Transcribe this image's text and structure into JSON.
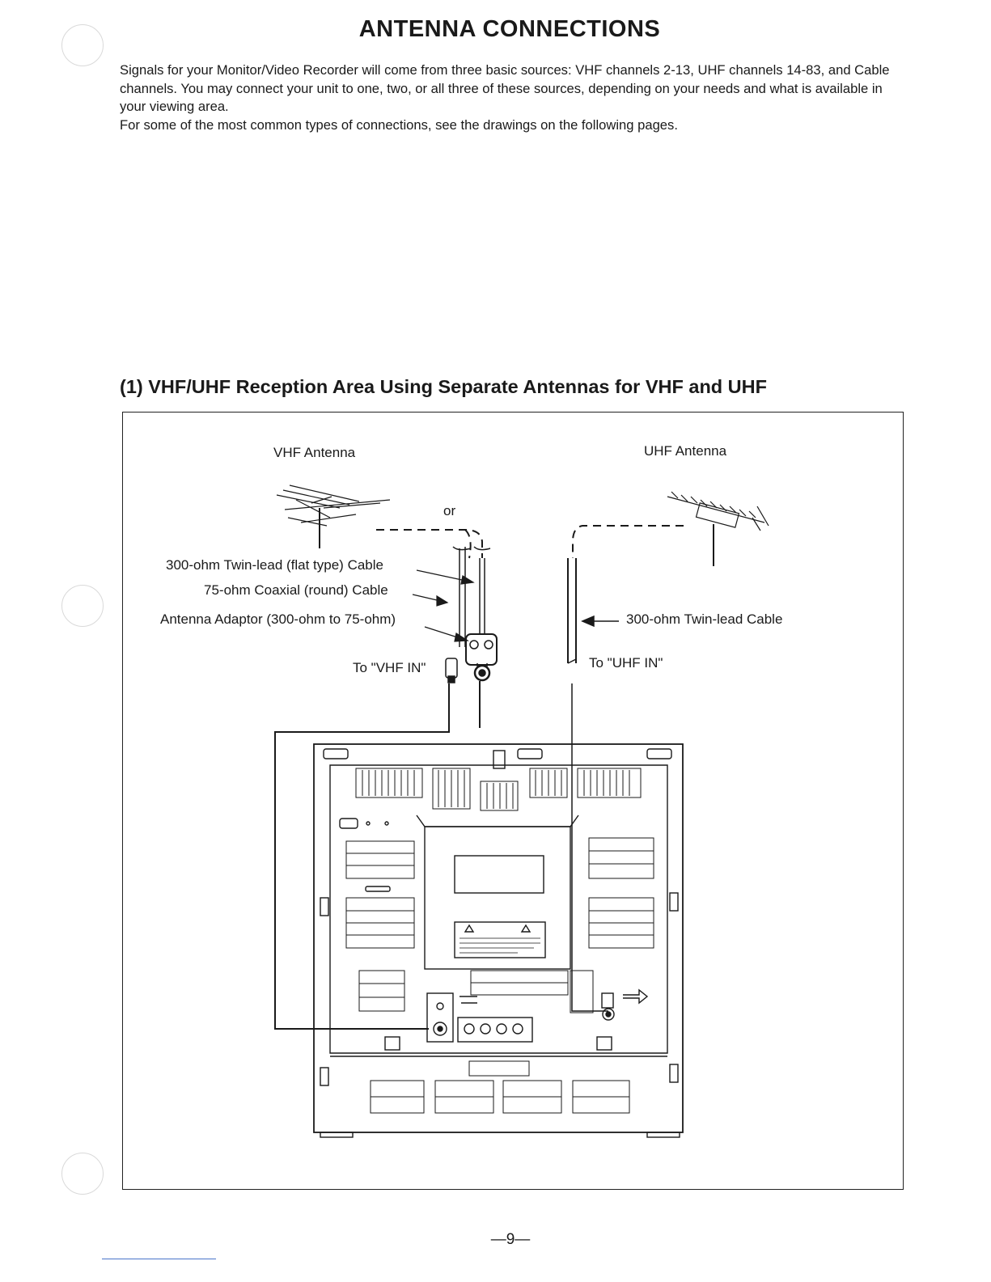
{
  "page": {
    "title": "ANTENNA CONNECTIONS",
    "intro_paragraphs": [
      "Signals for your Monitor/Video Recorder will come from three basic sources: VHF channels 2-13, UHF channels 14-83, and Cable channels. You may connect your unit to one, two, or all three of these sources, depending on your needs and what is available in your viewing area.",
      "For some of the most common types of connections, see the drawings on the following pages."
    ],
    "section_heading": "(1) VHF/UHF Reception Area Using Separate Antennas for VHF and UHF",
    "page_number": "—9—"
  },
  "diagram": {
    "vhf_antenna_label": "VHF Antenna",
    "uhf_antenna_label": "UHF Antenna",
    "or_label": "or",
    "twin_lead_flat_label": "300-ohm Twin-lead (flat type) Cable",
    "coaxial_label": "75-ohm Coaxial (round) Cable",
    "adaptor_label": "Antenna Adaptor (300-ohm to 75-ohm)",
    "to_vhf_label": "To \"VHF IN\"",
    "uhf_twin_lead_label": "300-ohm Twin-lead Cable",
    "to_uhf_label": "To \"UHF IN\""
  }
}
